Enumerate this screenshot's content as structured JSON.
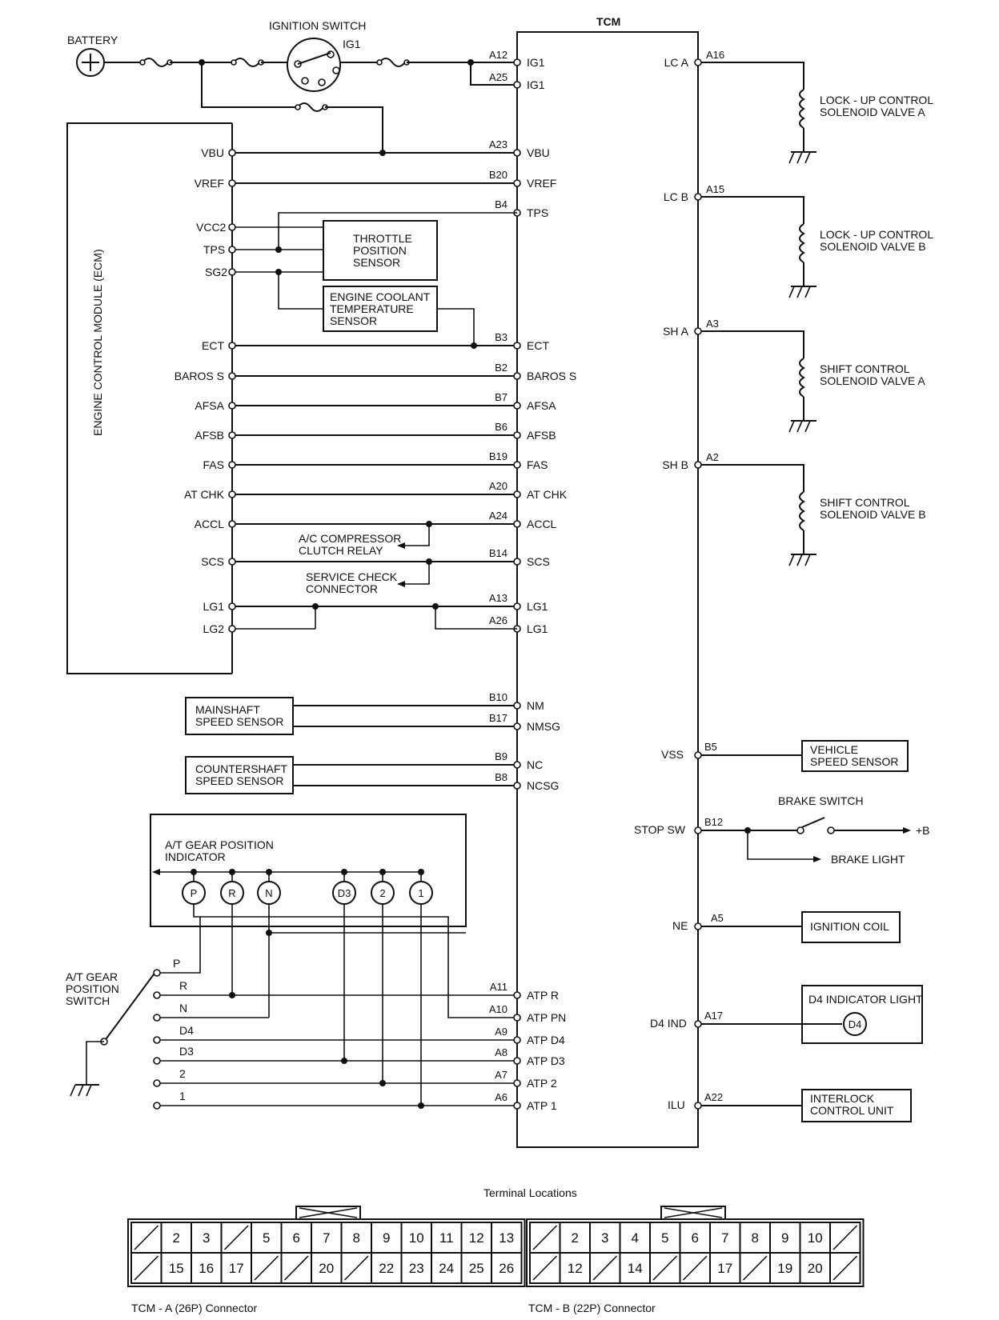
{
  "top": {
    "battery": "BATTERY",
    "ignition_switch": "IGNITION SWITCH",
    "ig1": "IG1",
    "tcm": "TCM"
  },
  "ecm_title": "ENGINE CONTROL MODULE (ECM)",
  "left_rows": [
    {
      "ecm": "VBU",
      "pin": "A23",
      "tcm": "VBU"
    },
    {
      "ecm": "VREF",
      "pin": "B20",
      "tcm": "VREF"
    },
    {
      "ecm": "",
      "pin": "B4",
      "tcm": "TPS"
    },
    {
      "ecm": "ECT",
      "pin": "B3",
      "tcm": "ECT"
    },
    {
      "ecm": "BAROS S",
      "pin": "B2",
      "tcm": "BAROS S"
    },
    {
      "ecm": "AFSA",
      "pin": "B7",
      "tcm": "AFSA"
    },
    {
      "ecm": "AFSB",
      "pin": "B6",
      "tcm": "AFSB"
    },
    {
      "ecm": "FAS",
      "pin": "B19",
      "tcm": "FAS"
    },
    {
      "ecm": "AT CHK",
      "pin": "A20",
      "tcm": "AT CHK"
    },
    {
      "ecm": "ACCL",
      "pin": "A24",
      "tcm": "ACCL"
    },
    {
      "ecm": "SCS",
      "pin": "B14",
      "tcm": "SCS"
    },
    {
      "ecm": "LG1",
      "pin": "A13",
      "tcm": "LG1"
    },
    {
      "ecm": "LG2",
      "pin": "A26",
      "tcm": "LG1"
    }
  ],
  "ig_rows": [
    {
      "pin": "A12",
      "tcm": "IG1"
    },
    {
      "pin": "A25",
      "tcm": "IG1"
    }
  ],
  "ecm_sensor_pins": [
    "VCC2",
    "TPS",
    "SG2"
  ],
  "sensors": {
    "tps": [
      "THROTTLE",
      "POSITION",
      "SENSOR"
    ],
    "ect": [
      "ENGINE COOLANT",
      "TEMPERATURE",
      "SENSOR"
    ],
    "ac_relay": [
      "A/C COMPRESSOR",
      "CLUTCH RELAY"
    ],
    "service_check": [
      "SERVICE CHECK",
      "CONNECTOR"
    ],
    "mainshaft": [
      "MAINSHAFT",
      "SPEED SENSOR"
    ],
    "countershaft": [
      "COUNTERSHAFT",
      "SPEED SENSOR"
    ]
  },
  "speed_rows": [
    {
      "pin": "B10",
      "tcm": "NM"
    },
    {
      "pin": "B17",
      "tcm": "NMSG"
    },
    {
      "pin": "B9",
      "tcm": "NC"
    },
    {
      "pin": "B8",
      "tcm": "NCSG"
    }
  ],
  "gear_indicator": {
    "title": [
      "A/T GEAR POSITION",
      "INDICATOR"
    ],
    "lamps": [
      "P",
      "R",
      "N",
      "D3",
      "2",
      "1"
    ]
  },
  "gear_switch": {
    "title": [
      "A/T GEAR",
      "POSITION",
      "SWITCH"
    ],
    "positions": [
      "P",
      "R",
      "N",
      "D4",
      "D3",
      "2",
      "1"
    ]
  },
  "atp_rows": [
    {
      "pin": "A11",
      "tcm": "ATP R"
    },
    {
      "pin": "A10",
      "tcm": "ATP PN"
    },
    {
      "pin": "A9",
      "tcm": "ATP D4"
    },
    {
      "pin": "A8",
      "tcm": "ATP D3"
    },
    {
      "pin": "A7",
      "tcm": "ATP 2"
    },
    {
      "pin": "A6",
      "tcm": "ATP 1"
    }
  ],
  "solenoids": [
    {
      "tcm": "LC A",
      "pin": "A16",
      "name": [
        "LOCK - UP CONTROL",
        "SOLENOID VALVE A"
      ]
    },
    {
      "tcm": "LC B",
      "pin": "A15",
      "name": [
        "LOCK - UP CONTROL",
        "SOLENOID VALVE B"
      ]
    },
    {
      "tcm": "SH A",
      "pin": "A3",
      "name": [
        "SHIFT CONTROL",
        "SOLENOID VALVE A"
      ]
    },
    {
      "tcm": "SH B",
      "pin": "A2",
      "name": [
        "SHIFT CONTROL",
        "SOLENOID VALVE B"
      ]
    }
  ],
  "right_rows": {
    "vss": {
      "tcm": "VSS",
      "pin": "B5",
      "name": [
        "VEHICLE",
        "SPEED SENSOR"
      ]
    },
    "stop": {
      "tcm": "STOP SW",
      "pin": "B12",
      "switch": "BRAKE SWITCH",
      "plus": "+B",
      "light": "BRAKE LIGHT"
    },
    "ne": {
      "tcm": "NE",
      "pin": "A5",
      "name": "IGNITION COIL"
    },
    "d4": {
      "tcm": "D4 IND",
      "pin": "A17",
      "name": "D4 INDICATOR LIGHT",
      "lamp": "D4"
    },
    "ilu": {
      "tcm": "ILU",
      "pin": "A22",
      "name": [
        "INTERLOCK",
        "CONTROL UNIT"
      ]
    }
  },
  "connectors": {
    "title": "Terminal Locations",
    "a_label": "TCM - A (26P) Connector",
    "b_label": "TCM - B (22P) Connector",
    "a_top": [
      "",
      "2",
      "3",
      "",
      "5",
      "6",
      "7",
      "8",
      "9",
      "10",
      "11",
      "12",
      "13"
    ],
    "a_bottom": [
      "",
      "15",
      "16",
      "17",
      "",
      "",
      "20",
      "",
      "22",
      "23",
      "24",
      "25",
      "26"
    ],
    "b_top": [
      "",
      "2",
      "3",
      "4",
      "5",
      "6",
      "7",
      "8",
      "9",
      "10",
      ""
    ],
    "b_bottom": [
      "",
      "12",
      "",
      "14",
      "",
      "",
      "17",
      "",
      "19",
      "20",
      ""
    ]
  }
}
